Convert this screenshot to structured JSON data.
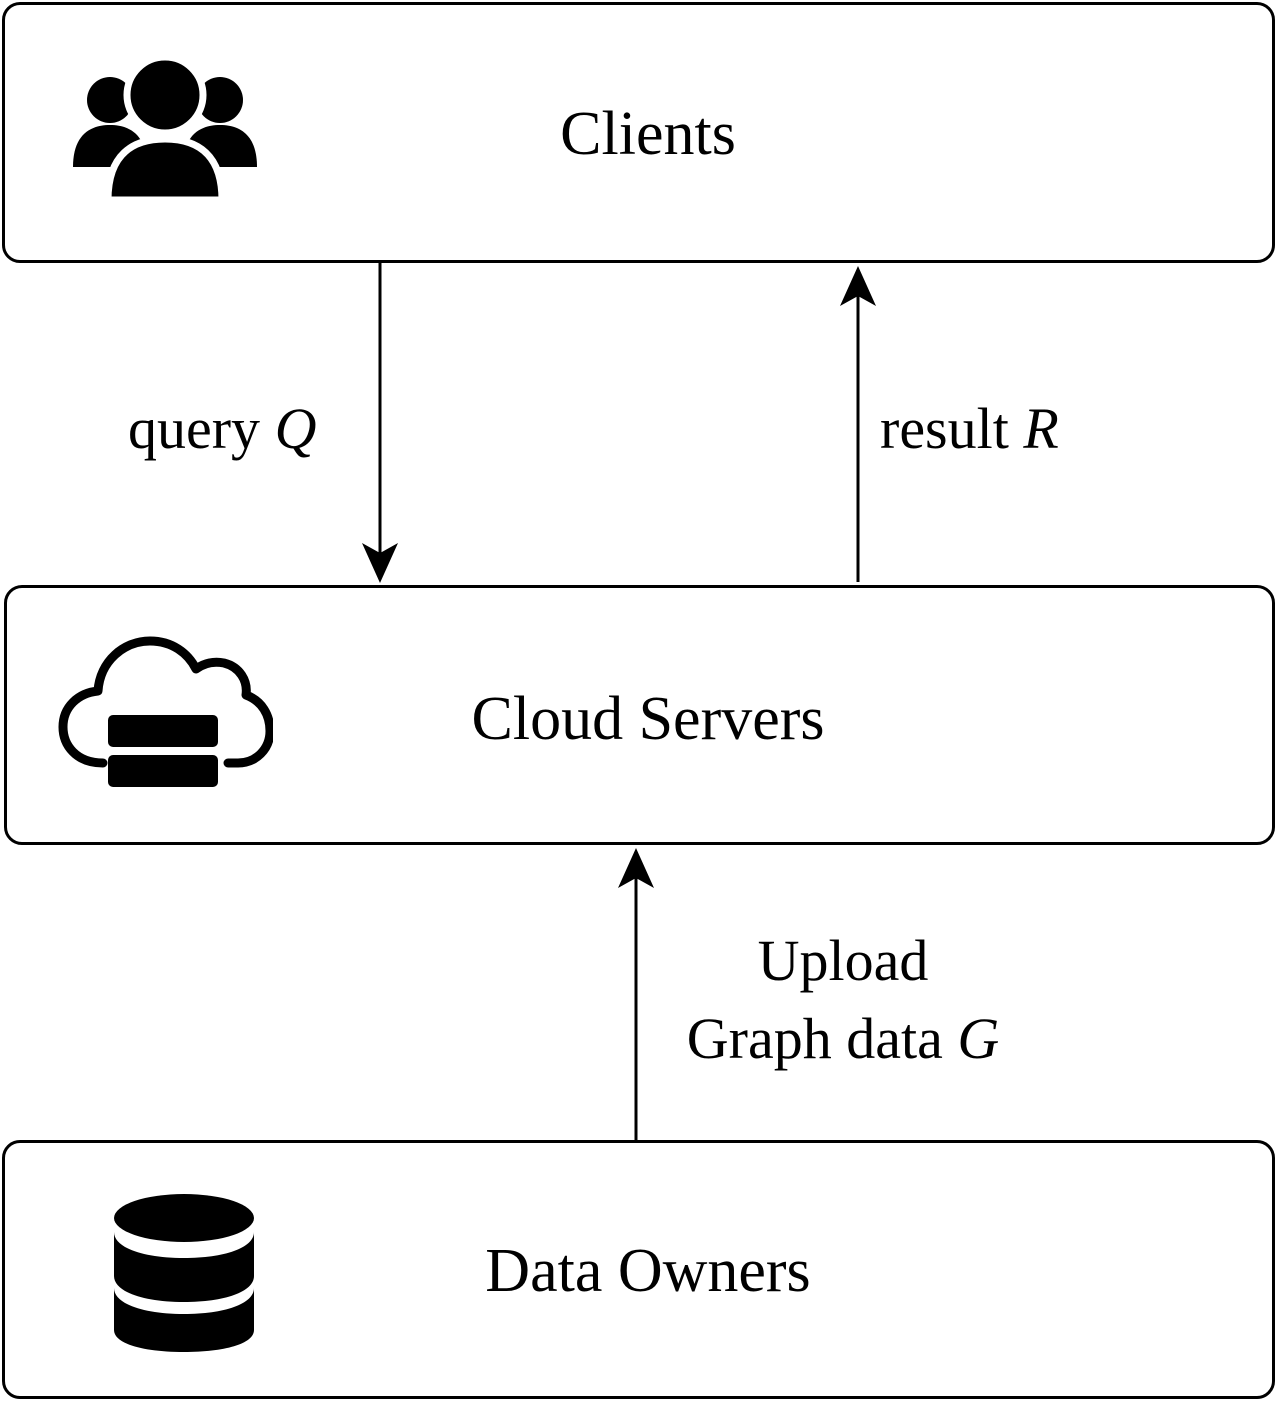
{
  "nodes": {
    "clients": {
      "label": "Clients",
      "icon": "users-icon"
    },
    "cloud_servers": {
      "label": "Cloud Servers",
      "icon": "cloud-server-icon"
    },
    "data_owners": {
      "label": "Data Owners",
      "icon": "database-icon"
    }
  },
  "edges": {
    "query": {
      "text": "query",
      "var": "Q",
      "from": "clients",
      "to": "cloud_servers"
    },
    "result": {
      "text": "result",
      "var": "R",
      "from": "cloud_servers",
      "to": "clients"
    },
    "upload": {
      "line1": "Upload",
      "text": "Graph data",
      "var": "G",
      "from": "data_owners",
      "to": "cloud_servers"
    }
  },
  "colors": {
    "stroke": "#000000",
    "background": "#ffffff"
  }
}
